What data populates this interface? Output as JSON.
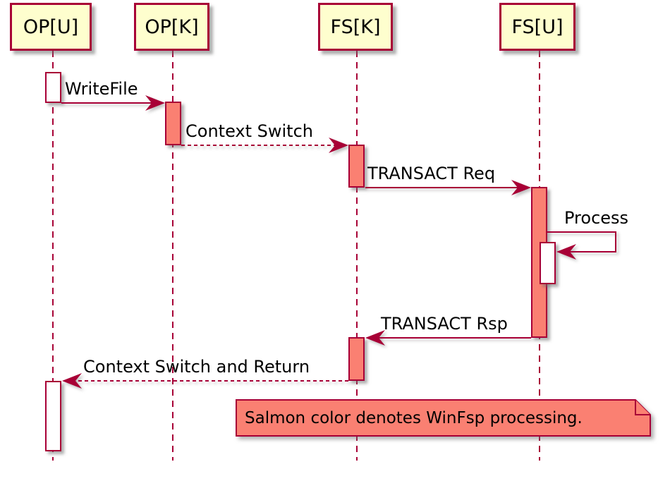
{
  "diagram": {
    "kind": "uml-sequence-diagram",
    "participants": [
      {
        "id": "op-u",
        "label": "OP[U]"
      },
      {
        "id": "op-k",
        "label": "OP[K]"
      },
      {
        "id": "fs-k",
        "label": "FS[K]"
      },
      {
        "id": "fs-u",
        "label": "FS[U]"
      }
    ],
    "messages": [
      {
        "label": "WriteFile",
        "from": "OP[U]",
        "to": "OP[K]",
        "line": "solid",
        "direction": "right"
      },
      {
        "label": "Context Switch",
        "from": "OP[K]",
        "to": "FS[K]",
        "line": "dashed",
        "direction": "right"
      },
      {
        "label": "TRANSACT Req",
        "from": "FS[K]",
        "to": "FS[U]",
        "line": "solid",
        "direction": "right"
      },
      {
        "label": "Process",
        "from": "FS[U]",
        "to": "FS[U]",
        "line": "solid",
        "direction": "self"
      },
      {
        "label": "TRANSACT Rsp",
        "from": "FS[U]",
        "to": "FS[K]",
        "line": "solid",
        "direction": "left"
      },
      {
        "label": "Context Switch and Return",
        "from": "FS[K]",
        "to": "OP[U]",
        "line": "dashed",
        "direction": "left"
      }
    ],
    "note": {
      "text": "Salmon color denotes WinFsp processing."
    },
    "colors": {
      "participant_fill": "#FEFECE",
      "border_and_lines": "#A80036",
      "salmon_activation": "#FA8072",
      "plain_activation": "#FFFFFF",
      "note_fill": "#FA8072",
      "text": "#000000"
    }
  }
}
